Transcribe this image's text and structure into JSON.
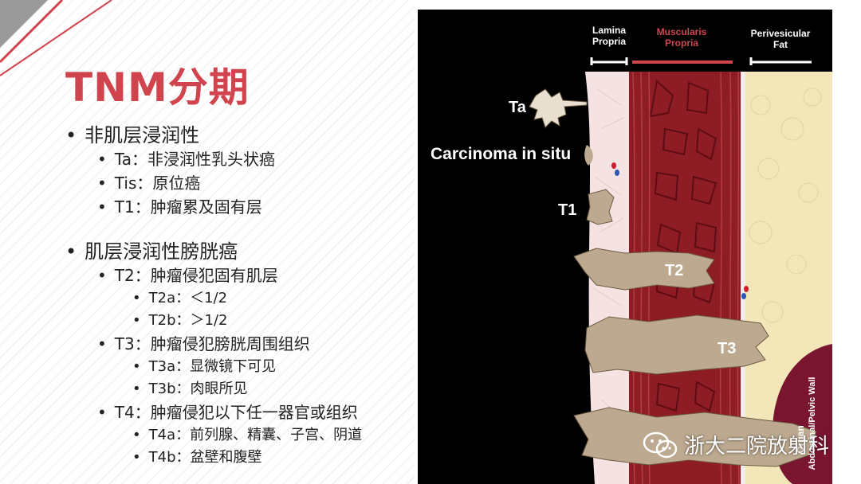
{
  "slide": {
    "title": "TNM分期",
    "outline": [
      {
        "level": 1,
        "text": "非肌层浸润性"
      },
      {
        "level": 2,
        "text": "Ta：非浸润性乳头状癌"
      },
      {
        "level": 2,
        "text": "Tis：原位癌"
      },
      {
        "level": 2,
        "text": "T1：肿瘤累及固有层"
      },
      {
        "level": 1,
        "text": "肌层浸润性膀胱癌"
      },
      {
        "level": 2,
        "text": "T2：肿瘤侵犯固有肌层"
      },
      {
        "level": 3,
        "text": "T2a：＜1/2"
      },
      {
        "level": 3,
        "text": "T2b：＞1/2"
      },
      {
        "level": 2,
        "text": "T3：肿瘤侵犯膀胱周围组织"
      },
      {
        "level": 3,
        "text": "T3a：显微镜下可见"
      },
      {
        "level": 3,
        "text": "T3b：肉眼所见"
      },
      {
        "level": 2,
        "text": "T4：肿瘤侵犯以下任一器官或组织"
      },
      {
        "level": 3,
        "text": "T4a：前列腺、精囊、子宫、阴道"
      },
      {
        "level": 3,
        "text": "T4b：盆壁和腹壁"
      }
    ]
  },
  "diagram": {
    "headers": {
      "lamina_line1": "Lamina",
      "lamina_line2": "Propria",
      "muscularis_line1": "Muscularis",
      "muscularis_line2": "Propria",
      "perivesicular_line1": "Perivesicular",
      "perivesicular_line2": "Fat"
    },
    "labels": {
      "ta": "Ta",
      "cis": "Carcinoma in situ",
      "t1": "T1",
      "t2": "T2",
      "t3": "T3",
      "organ_line1": "Organ",
      "organ_line2": "Abdominal/Pelvic Wall"
    },
    "colors": {
      "background": "#000000",
      "lamina": "#f5e3e3",
      "muscle": "#8e1c24",
      "fat": "#f3e6b8",
      "tumor": "#bda98f",
      "organ": "#7a1530",
      "accent": "#d0454d"
    }
  },
  "watermark": {
    "text": "浙大二院放射科",
    "icon": "wechat-icon"
  }
}
